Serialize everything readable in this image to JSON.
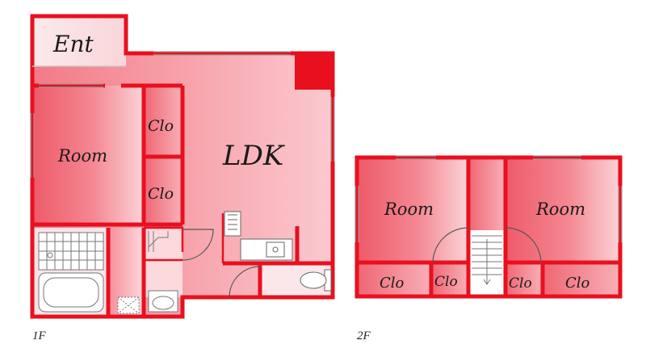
{
  "floors": {
    "first": {
      "label": "1F",
      "rooms": {
        "entrance": "Ent",
        "room": "Room",
        "closet_upper": "Clo",
        "closet_lower": "Clo",
        "ldk": "LDK"
      }
    },
    "second": {
      "label": "2F",
      "rooms": {
        "room_left": "Room",
        "room_right": "Room",
        "closet_1": "Clo",
        "closet_2": "Clo",
        "closet_3": "Clo",
        "closet_4": "Clo"
      }
    }
  },
  "colors": {
    "wall": "#e8101e",
    "room_fill": "#f27b86",
    "ldk_fill": "#f8a9b0",
    "accent_block": "#e8101e",
    "fixture_line": "#555555"
  }
}
